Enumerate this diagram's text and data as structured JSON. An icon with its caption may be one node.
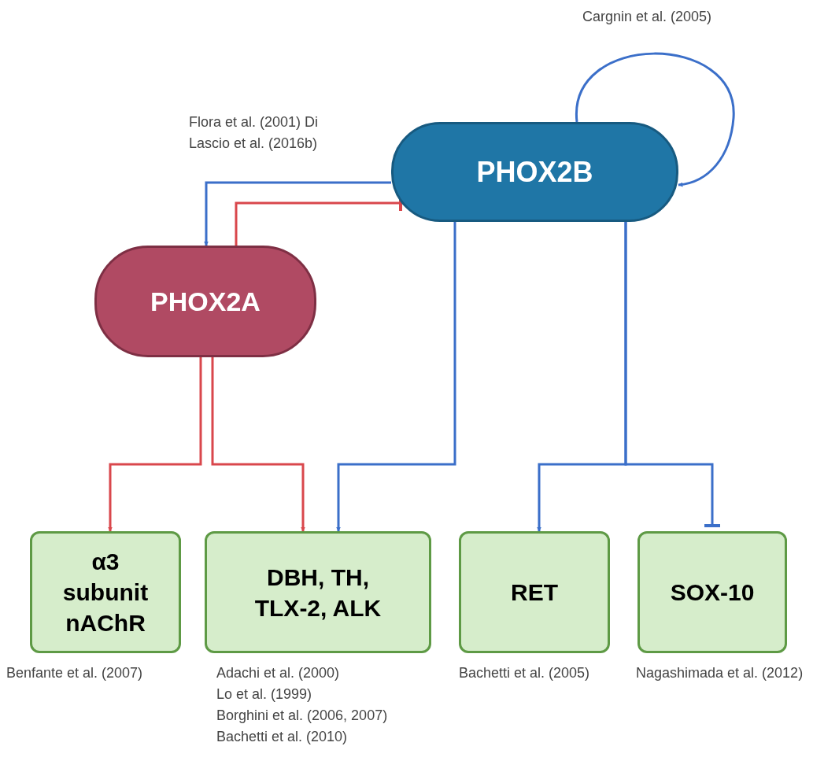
{
  "diagram": {
    "nodes": [
      {
        "text": [
          "PHOX2B"
        ]
      },
      {
        "text": [
          "PHOX2A"
        ]
      },
      {
        "text": [
          "α3 subunit nAChR"
        ],
        "beside": [
          "Benfante et al. (2007)"
        ]
      },
      {
        "text": [
          "DBH, TH, TLX-2, ALK"
        ],
        "beside": [
          "Adachi et al. (2000)",
          "Lo et al. (1999)",
          "Borghini et al. (2006, 2007)",
          "Bachetti et al. (2010)"
        ]
      },
      {
        "text": [
          "RET"
        ],
        "beside": [
          "Bachetti et al. (2005)"
        ]
      },
      {
        "text": [
          "SOX-10"
        ],
        "beside": [
          "Nagashimada et al. (2012)"
        ]
      }
    ],
    "edges": [
      {
        "from": 0,
        "to": 0,
        "arrow": "to",
        "label": "Cargnin et al. (2005)"
      },
      {
        "from": 0,
        "to": 1,
        "arrow": "to",
        "label": "Flora et al. (2001) Di Lascio et al. (2016b)"
      },
      {
        "from": 1,
        "to": 0,
        "arrow": "other",
        "color": "#d9474c"
      },
      {
        "from": 1,
        "to": 2,
        "arrow": "to",
        "color": "#d9474c"
      },
      {
        "from": 1,
        "to": 3,
        "arrow": "to",
        "color": "#d9474c"
      },
      {
        "from": 0,
        "to": 3,
        "arrow": "to"
      },
      {
        "from": 0,
        "to": 4,
        "arrow": "to"
      },
      {
        "from": 0,
        "to": 5,
        "arrow": "other"
      }
    ]
  }
}
